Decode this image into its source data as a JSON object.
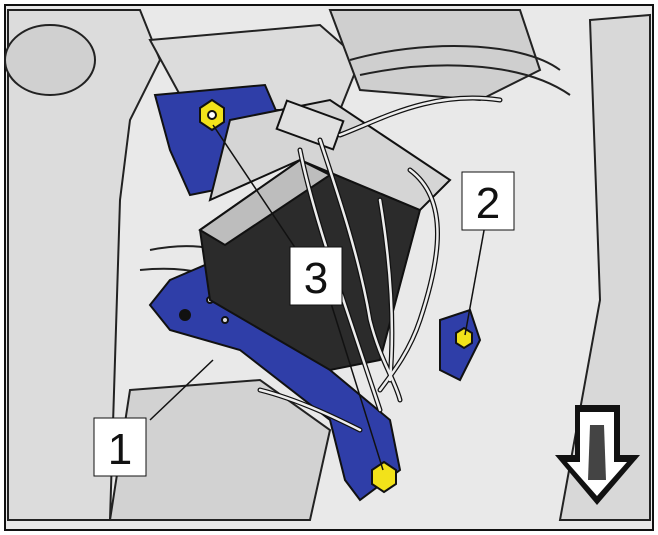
{
  "callouts": [
    {
      "id": "1",
      "label": "1"
    },
    {
      "id": "2",
      "label": "2"
    },
    {
      "id": "3",
      "label": "3"
    }
  ],
  "colors": {
    "bracket": "#2f3ea8",
    "bolt": "#f2e21a",
    "pump_body": "#2b2b2b",
    "metal": "#d5d5d5",
    "line": "#111111"
  },
  "icons": {
    "direction_indicator": "vehicle-front-arrow-icon"
  }
}
